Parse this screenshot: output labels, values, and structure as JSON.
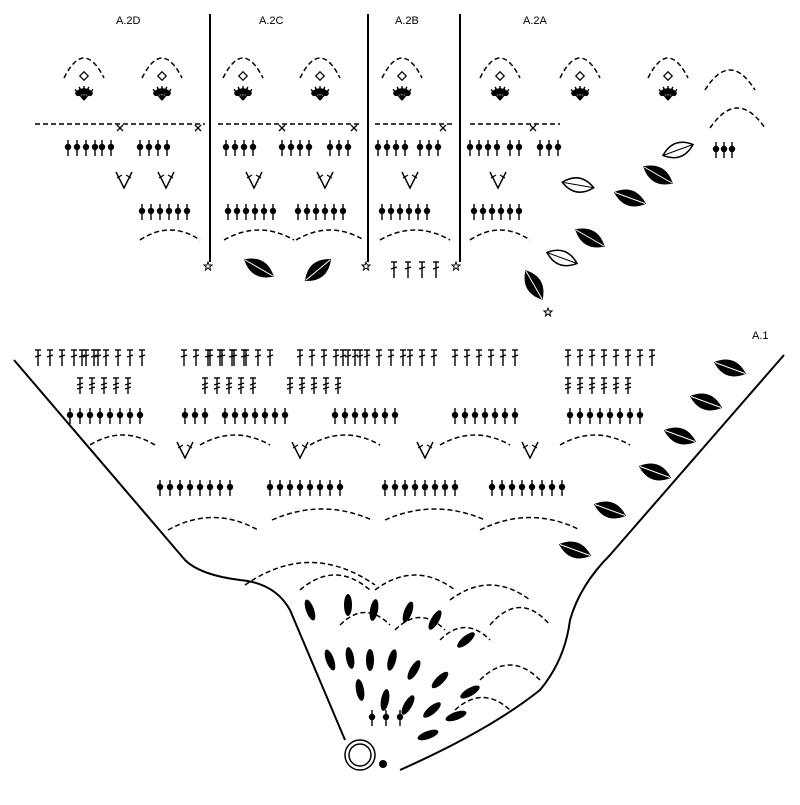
{
  "labels": {
    "a2d": "A.2D",
    "a2c": "A.2C",
    "a2b": "A.2B",
    "a2a": "A.2A",
    "a1": "A.1"
  },
  "colors": {
    "ink": "#000000",
    "background": "#ffffff"
  },
  "icons": [
    "chain-arch",
    "stitch-post",
    "bobble-fan",
    "picot-diamond",
    "cross-mark",
    "leaf-bean",
    "star-marker",
    "magic-ring"
  ]
}
